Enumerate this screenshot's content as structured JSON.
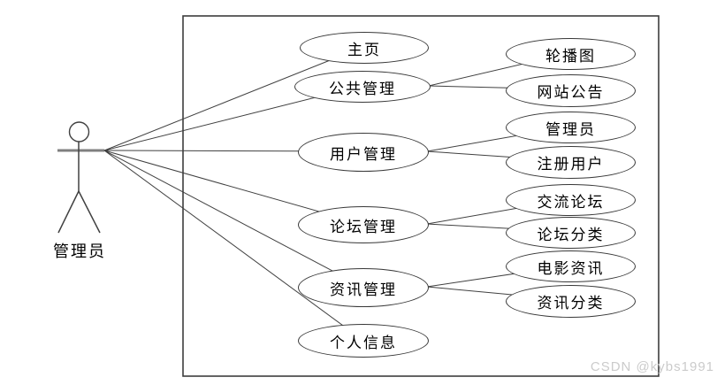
{
  "actor": {
    "label": "管理员"
  },
  "use_cases": {
    "primary": [
      {
        "label": "主页"
      },
      {
        "label": "公共管理"
      },
      {
        "label": "用户管理"
      },
      {
        "label": "论坛管理"
      },
      {
        "label": "资讯管理"
      },
      {
        "label": "个人信息"
      }
    ],
    "secondary": [
      {
        "label": "轮播图",
        "parent": "公共管理"
      },
      {
        "label": "网站公告",
        "parent": "公共管理"
      },
      {
        "label": "管理员",
        "parent": "用户管理"
      },
      {
        "label": "注册用户",
        "parent": "用户管理"
      },
      {
        "label": "交流论坛",
        "parent": "论坛管理"
      },
      {
        "label": "论坛分类",
        "parent": "论坛管理"
      },
      {
        "label": "电影资讯",
        "parent": "资讯管理"
      },
      {
        "label": "资讯分类",
        "parent": "资讯管理"
      }
    ]
  },
  "connections": {
    "actor_to": [
      "主页",
      "公共管理",
      "用户管理",
      "论坛管理",
      "资讯管理",
      "个人信息"
    ],
    "expansions": [
      {
        "from": "公共管理",
        "to": [
          "轮播图",
          "网站公告"
        ]
      },
      {
        "from": "用户管理",
        "to": [
          "管理员",
          "注册用户"
        ]
      },
      {
        "from": "论坛管理",
        "to": [
          "交流论坛",
          "论坛分类"
        ]
      },
      {
        "from": "资讯管理",
        "to": [
          "电影资讯",
          "资讯分类"
        ]
      }
    ]
  },
  "watermark": {
    "text": "CSDN @kybs1991"
  },
  "colors": {
    "line": "#404040",
    "oval_border": "#383838",
    "oval_fill": "#ffffff",
    "text": "#000000",
    "watermark": "#cbcbcb"
  }
}
